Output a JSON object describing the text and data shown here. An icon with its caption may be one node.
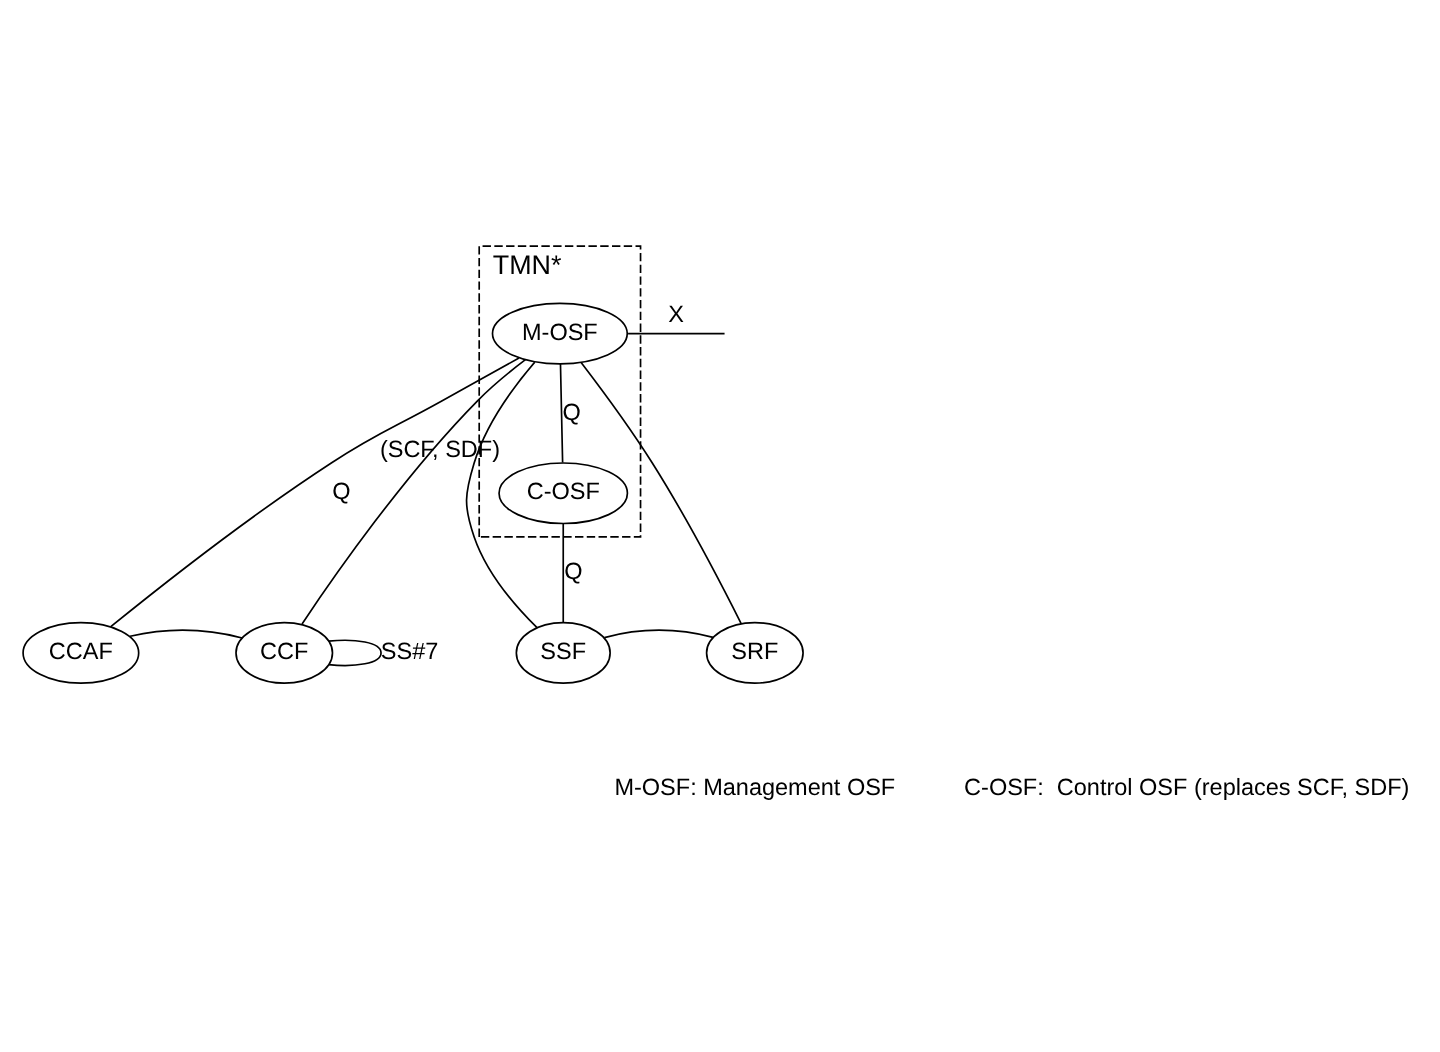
{
  "diagram": {
    "nodes": [
      {
        "text": [
          "TMN*"
        ]
      },
      {
        "text": [
          "M-OSF"
        ],
        "in": 0
      },
      {
        "text": [
          "C-OSF"
        ],
        "in": 0,
        "beside": [
          "(SCF, SDF)"
        ]
      },
      {
        "text": [
          "CCAF"
        ]
      },
      {
        "text": [
          "CCF"
        ]
      },
      {
        "text": [
          "SSF"
        ]
      },
      {
        "text": [
          "SRF"
        ]
      }
    ],
    "edges": [
      {
        "from": null,
        "to": 1,
        "arrow": "none",
        "label": "X"
      },
      {
        "from": 1,
        "to": 2,
        "arrow": "none",
        "label": "Q"
      },
      {
        "from": 1,
        "to": 3,
        "arrow": "none",
        "label": "Q"
      },
      {
        "from": 1,
        "to": 4,
        "arrow": "none"
      },
      {
        "from": 1,
        "to": 5,
        "arrow": "none"
      },
      {
        "from": 1,
        "to": 6,
        "arrow": "none"
      },
      {
        "from": 2,
        "to": 5,
        "arrow": "none",
        "label": "Q"
      },
      {
        "from": 3,
        "to": 4,
        "arrow": "none"
      },
      {
        "from": 5,
        "to": 6,
        "arrow": "none"
      },
      {
        "from": 4,
        "to": 4,
        "arrow": "none",
        "label": "SS#7"
      }
    ],
    "labels": [
      "M-OSF: Management OSF",
      "C-OSF:  Control OSF (replaces SCF, SDF)"
    ]
  }
}
